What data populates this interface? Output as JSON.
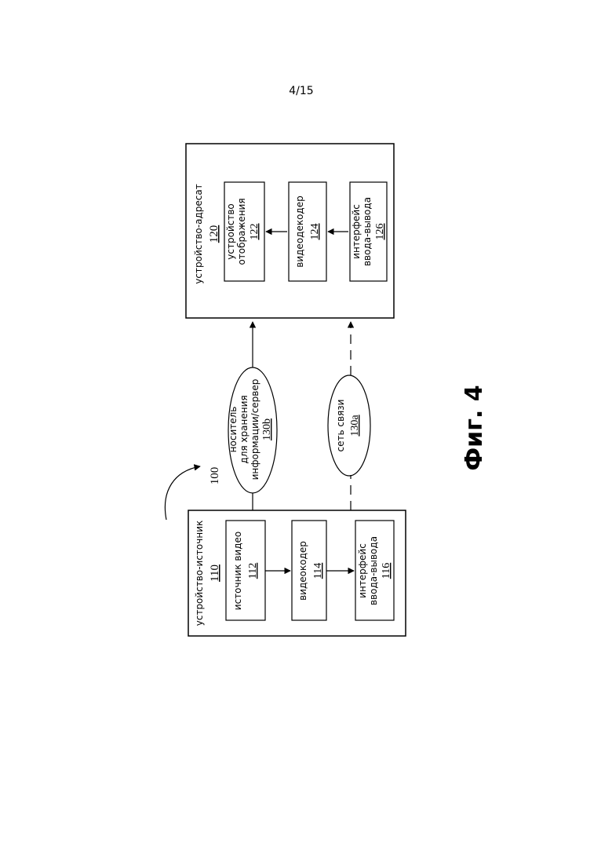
{
  "page_number": "4/15",
  "figure_label": "Фиг. 4",
  "system_ref": "100",
  "source_device": {
    "title": "устройство-источник",
    "ref": "110",
    "video_source": {
      "label": "источник видео",
      "ref": "112"
    },
    "video_encoder": {
      "label": "видеокодер",
      "ref": "114"
    },
    "io_interface": {
      "label_line1": "интерфейс",
      "label_line2": "ввода-вывода",
      "ref": "116"
    }
  },
  "destination_device": {
    "title": "устройство-адресат",
    "ref": "120",
    "display": {
      "label_line1": "устройство",
      "label_line2": "отображения",
      "ref": "122"
    },
    "video_decoder": {
      "label": "видеодекодер",
      "ref": "124"
    },
    "io_interface": {
      "label_line1": "интерфейс",
      "label_line2": "ввода-вывода",
      "ref": "126"
    }
  },
  "storage": {
    "line1": "носитель",
    "line2": "для хранения",
    "line3": "информации/сервер",
    "ref": "130b"
  },
  "network": {
    "label": "сеть связи",
    "ref": "130a"
  }
}
